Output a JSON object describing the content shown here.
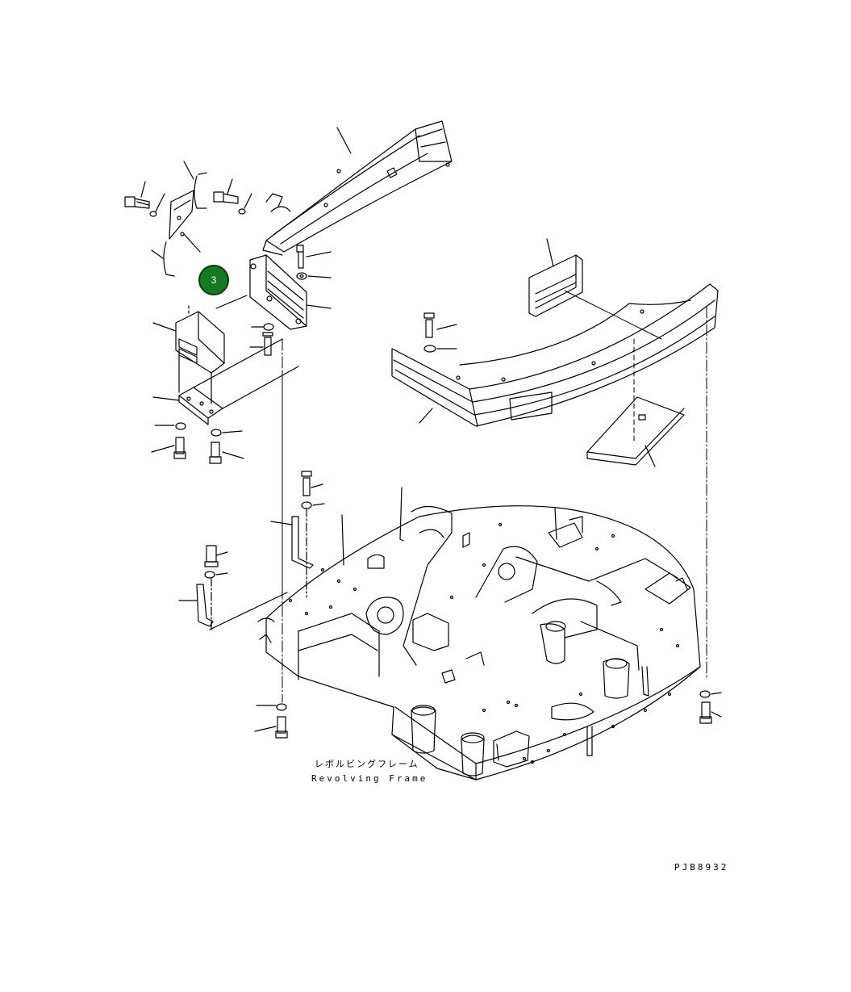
{
  "diagram": {
    "caption_jp": "レボルビングフレーム",
    "caption_en": "Revolving Frame",
    "drawing_number": "PJB8932",
    "callout": {
      "label": "3",
      "color": "#157a1f"
    },
    "line_color": "#000000"
  }
}
